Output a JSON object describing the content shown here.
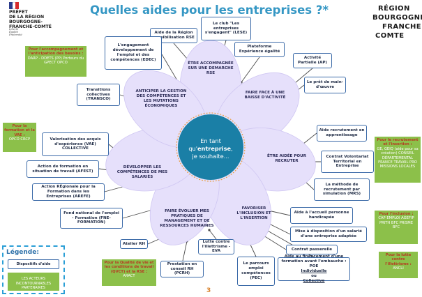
{
  "header": {
    "title": "Quelles aides pour les entreprises ?*",
    "prefet_lines": [
      "PRÉFET",
      "DE LA RÉGION",
      "BOURGOGNE-",
      "FRANCHE-COMTÉ"
    ],
    "prefet_motto": [
      "Liberté",
      "Égalité",
      "Fraternité"
    ],
    "region_logo_lines": [
      "RÉGION",
      "BOURGOGNE",
      "FRANCHE",
      "COMTE"
    ]
  },
  "center": {
    "line1": "En tant",
    "line2_pre": "qu'",
    "line2_bold": "entreprise",
    "line2_post": ",",
    "line3": "je souhaite..."
  },
  "petals": [
    "ÊTRE ACCOMPAGNÉE SUR UNE DEMARCHE RSE",
    "FAIRE FACE À UNE BAISSE D'ACTIVITÉ",
    "ÊTRE AIDÉE POUR RECRUTER",
    "FAVORISER L'INCLUSION ET L'INSERTION",
    "FAIRE ÉVOLUER MES PRATIQUES DE MANAGEMENT ET DE RESSOURCES HUMAINES",
    "DÉVELOPPER LES COMPÉTENCES DE MES SALARIÉS",
    "ANTICIPER LA GESTION DES COMPÉTENCES ET LES MUTATIONS ÉCONOMIQUES"
  ],
  "dispositifs": {
    "rse_region": "Aide de la Région sensibilisation RSE",
    "club_lese": "Le club \"Les entreprises s'engagent\" (LESE)",
    "plateforme_egalite": "Plateforme Expérience égalité",
    "edec": "L'engagement développement de l'emploi et des compétences (EDEC)",
    "activite_partielle": "Activité Partielle (AP)",
    "pret_main_oeuvre": "Le prêt de main-d'œuvre",
    "transco": "Transitions collectives (TRANSCO)",
    "aide_apprentissage": "Aide recrutement en apprentissage",
    "vae_collective": "Valorisation des acquis d'expérience (VAE) COLLECTIVE",
    "contrat_territorial": "Contrat Volontariat Territorial en Entreprise",
    "afest": "Action de formation en situation de travail (AFEST)",
    "arefe": "Action RÉgionale pour la Formation dans les Entreprises (AREFE)",
    "mrs": "La méthode de recrutement par simulation (MRS)",
    "fne_formation": "Fond national de l'emploi - Formation (FNE-FORMATION)",
    "aide_handicap": "Aide à l'accueil personne handicapée",
    "mise_a_disposition": "Mise à disposition d'un salarié d'une entreprise adaptée",
    "contrat_passerelle": "Contrat passerelle",
    "atelier_rh": "Atelier RH",
    "evaf": "Lutte contre l'illettrisme - EVA",
    "pcrh": "Prestation en conseil RH (PCRH)",
    "pec": "Le parcours emploi compétences (PEC)",
    "aide_financement_line1": "Aide au financement d'une",
    "aide_financement_line2": "formation avant l'embauche :",
    "aide_financement_poe": "POE ",
    "aide_financement_individuelle": "Individuelle",
    "aide_financement_ou": " ou ",
    "aide_financement_collective": "Collective"
  },
  "acteurs": {
    "accompagnement_title": "Pour l'accompagnement et l'anticipation des besoins :",
    "accompagnement_body": "DARP - DDETS (PP) Porteurs du GPECT OPCO",
    "formation_title": "Pour la formation et la VAE :",
    "formation_body": "OPCO CRCP",
    "recrutement_title": "Pour le recrutement et l'insertion :",
    "recrutement_body": "GE, GEIQ (aide pour sa création) CONSEIL DÉPARTEMENTAL FRANCE TRAVAIL PRO MISSIONS LOCALES",
    "inclusion_title": "Pour l'inclusion :",
    "inclusion_body": "CAP EMPLOI AGEFIP PRITH BFC PRISME BFC",
    "qvct_title": "Pour la Qualité de vie et les conditions de travail (QVCT) et la RSE :",
    "qvct_body": "ARACT",
    "illettrisme_title": "Pour la lutte contre l'illettrisme :",
    "illettrisme_body": "ANCLI"
  },
  "legend": {
    "title": "Légende:",
    "item1": "Dispositifs d'aide",
    "item2": "LES ACTEURS INCONTOURNABLES PARTENAIRES"
  },
  "page_number": "3",
  "colors": {
    "title": "#3597c4",
    "petal": "#e6e0fb",
    "petal_stroke": "#cfc6f2",
    "center": "#1a7fa6",
    "box_border": "#3b6aa8",
    "green": "#8cc04a",
    "green_title": "#b53c22",
    "connector": "#4a4a4a"
  }
}
